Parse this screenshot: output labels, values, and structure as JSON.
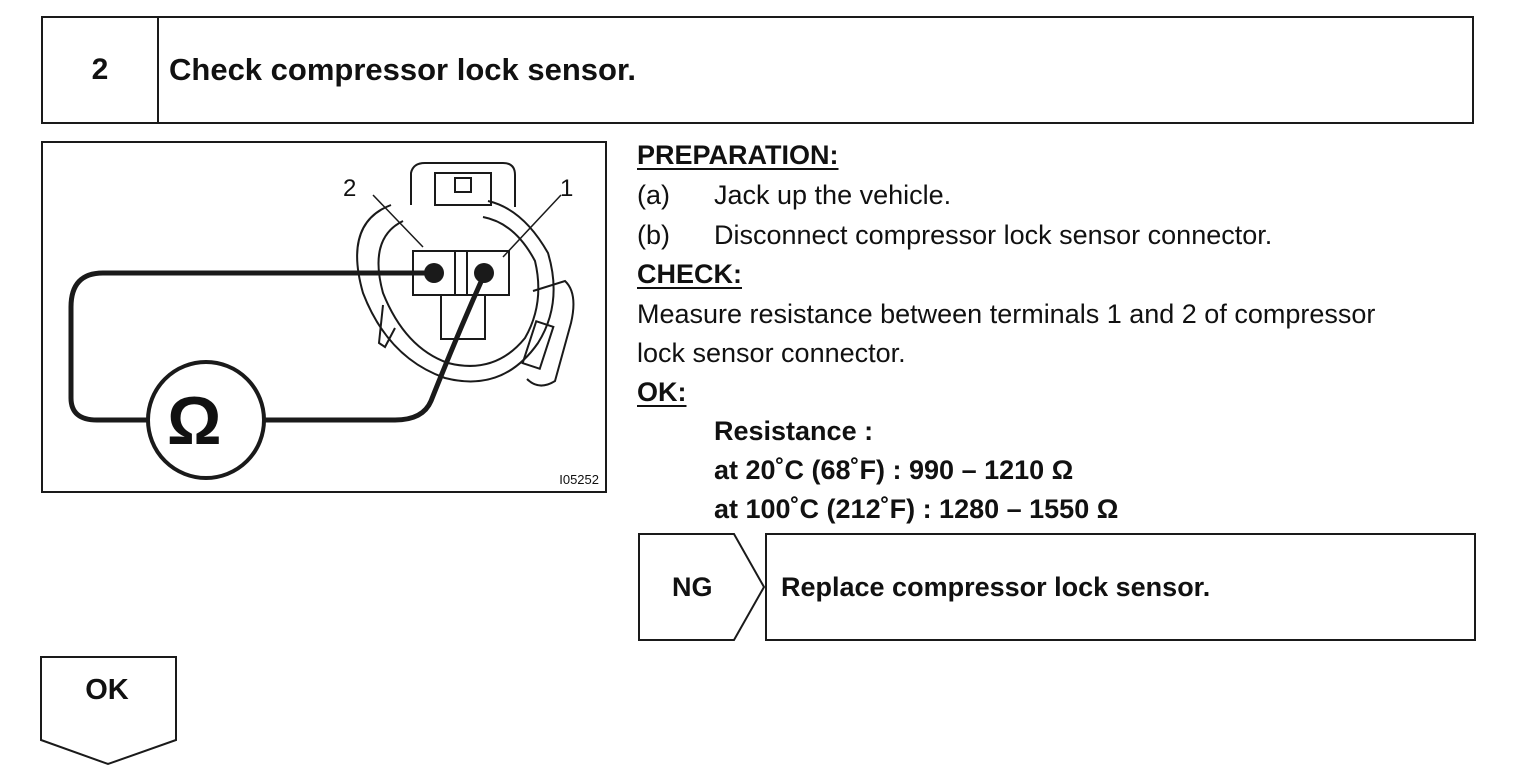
{
  "step": {
    "number": "2",
    "title": "Check compressor lock sensor."
  },
  "figure": {
    "id": "I05252",
    "terminal_1": "1",
    "terminal_2": "2",
    "meter_symbol": "Ω",
    "icons": [
      "connector-icon",
      "ohmmeter-icon"
    ]
  },
  "preparation": {
    "heading": "PREPARATION:",
    "items": [
      {
        "marker": "(a)",
        "text": "Jack up the vehicle."
      },
      {
        "marker": "(b)",
        "text": "Disconnect compressor lock sensor connector."
      }
    ]
  },
  "check": {
    "heading": "CHECK:",
    "lines": [
      "Measure resistance between terminals 1 and 2 of compressor",
      "lock sensor connector."
    ]
  },
  "ok_spec": {
    "heading": "OK:",
    "lines": [
      "Resistance :",
      "at 20˚C (68˚F) : 990 – 1210 Ω",
      "at 100˚C (212˚F) : 1280 – 1550 Ω"
    ]
  },
  "ng": {
    "label": "NG",
    "action": "Replace compressor lock sensor."
  },
  "ok": {
    "label": "OK"
  }
}
